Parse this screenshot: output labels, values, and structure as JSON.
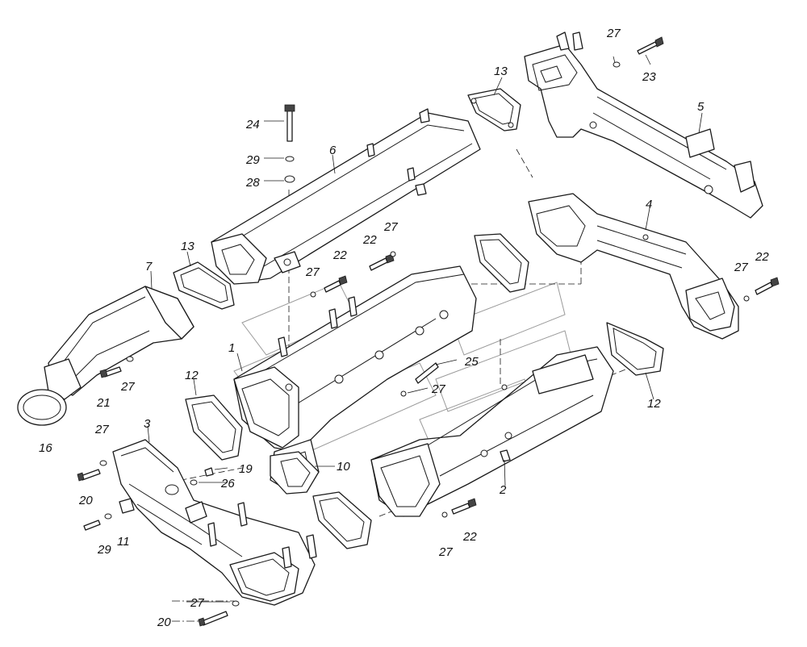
{
  "callouts": {
    "c1": "1",
    "c2": "2",
    "c3": "3",
    "c4": "4",
    "c5": "5",
    "c6": "6",
    "c7": "7",
    "c10": "10",
    "c11": "11",
    "c12a": "12",
    "c12b": "12",
    "c13a": "13",
    "c13b": "13",
    "c16": "16",
    "c19": "19",
    "c20a": "20",
    "c20b": "20",
    "c21": "21",
    "c22a": "22",
    "c22b": "22",
    "c22c": "22",
    "c22d": "22",
    "c23": "23",
    "c24": "24",
    "c25": "25",
    "c26": "26",
    "c27a": "27",
    "c27b": "27",
    "c27c": "27",
    "c27d": "27",
    "c27e": "27",
    "c27f": "27",
    "c27g": "27",
    "c27h": "27",
    "c27i": "27",
    "c28": "28",
    "c29a": "29",
    "c29b": "29"
  }
}
